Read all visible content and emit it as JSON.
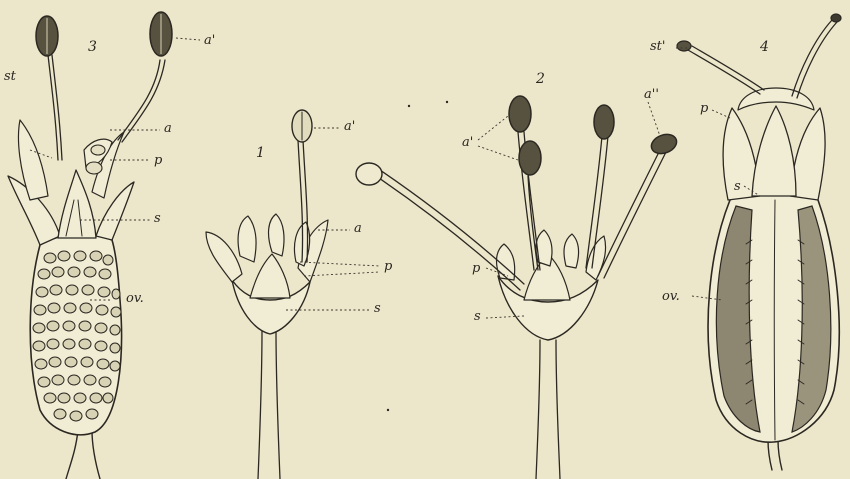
{
  "figures": {
    "fig1": {
      "number": "1",
      "labels": {
        "anther_pollen": "a'",
        "anther": "a",
        "petal": "p",
        "sepal": "s"
      }
    },
    "fig2": {
      "number": "2",
      "labels": {
        "anthers_pollen": "a'",
        "anther_empty": "a''",
        "petal": "p",
        "sepal": "s"
      }
    },
    "fig3": {
      "number": "3",
      "labels": {
        "stigma": "st",
        "anther_pollen": "a'",
        "anther": "a",
        "petal": "p",
        "sepal": "s",
        "ovary": "ov."
      }
    },
    "fig4": {
      "number": "4",
      "labels": {
        "stigma": "st'",
        "petal": "p",
        "sepal": "s",
        "ovary": "ov."
      }
    }
  },
  "colors": {
    "paper": "#ece7cb",
    "ink": "#2b2822",
    "anther_dark": "#4a463c"
  }
}
